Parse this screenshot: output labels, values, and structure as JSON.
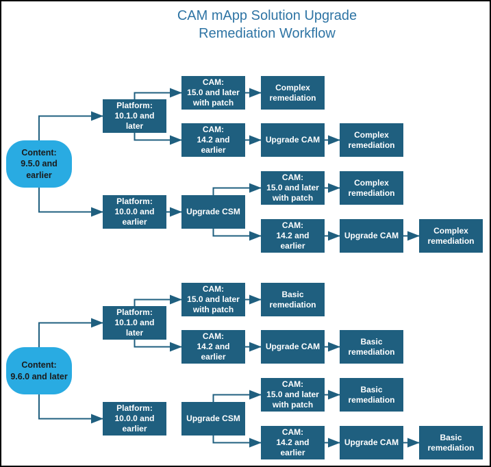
{
  "title": {
    "line1": "CAM mApp Solution Upgrade",
    "line2": "Remediation Workflow"
  },
  "labels": {
    "content_950": "Content:\n9.5.0 and\nearlier",
    "content_960": "Content:\n9.6.0 and later",
    "platform_1010": "Platform:\n10.1.0 and\nlater",
    "platform_1000": "Platform:\n10.0.0 and\nearlier",
    "cam_150": "CAM:\n15.0 and later\nwith patch",
    "cam_142": "CAM:\n14.2 and\nearlier",
    "upgrade_cam": "Upgrade CAM",
    "upgrade_csm": "Upgrade CSM",
    "complex_remediation": "Complex\nremediation",
    "basic_remediation": "Basic\nremediation"
  },
  "colors": {
    "process_box": "#1F5F7F",
    "process_text": "#FFFFFF",
    "terminator": "#29ABE2",
    "terminator_text": "#1A1A1A",
    "connector": "#1F5F7F",
    "title_text": "#2E74A4",
    "canvas_border": "#000000",
    "background": "#FFFFFF"
  },
  "diagram": {
    "type": "flowchart",
    "flows": [
      {
        "root": "Content: 9.5.0 and earlier",
        "paths": [
          [
            "Content: 9.5.0 and earlier",
            "Platform: 10.1.0 and later",
            "CAM: 15.0 and later with patch",
            "Complex remediation"
          ],
          [
            "Content: 9.5.0 and earlier",
            "Platform: 10.1.0 and later",
            "CAM: 14.2 and earlier",
            "Upgrade CAM",
            "Complex remediation"
          ],
          [
            "Content: 9.5.0 and earlier",
            "Platform: 10.0.0 and earlier",
            "Upgrade CSM",
            "CAM: 15.0 and later with patch",
            "Complex remediation"
          ],
          [
            "Content: 9.5.0 and earlier",
            "Platform: 10.0.0 and earlier",
            "Upgrade CSM",
            "CAM: 14.2 and earlier",
            "Upgrade CAM",
            "Complex remediation"
          ]
        ]
      },
      {
        "root": "Content: 9.6.0 and later",
        "paths": [
          [
            "Content: 9.6.0 and later",
            "Platform: 10.1.0 and later",
            "CAM: 15.0 and later with patch",
            "Basic remediation"
          ],
          [
            "Content: 9.6.0 and later",
            "Platform: 10.1.0 and later",
            "CAM: 14.2 and earlier",
            "Upgrade CAM",
            "Basic remediation"
          ],
          [
            "Content: 9.6.0 and later",
            "Platform: 10.0.0 and earlier",
            "Upgrade CSM",
            "CAM: 15.0 and later with patch",
            "Basic remediation"
          ],
          [
            "Content: 9.6.0 and later",
            "Platform: 10.0.0 and earlier",
            "Upgrade CSM",
            "CAM: 14.2 and earlier",
            "Upgrade CAM",
            "Basic remediation"
          ]
        ]
      }
    ]
  }
}
